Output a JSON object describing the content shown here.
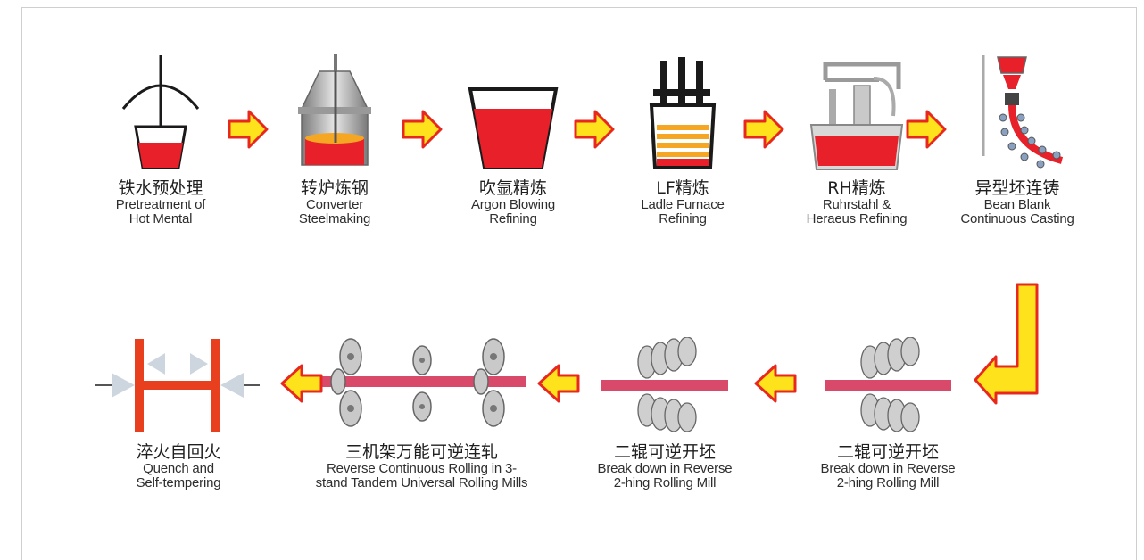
{
  "row1": [
    {
      "cn": "铁水预处理",
      "en1": "Pretreatment of",
      "en2": "Hot Mental"
    },
    {
      "cn": "转炉炼钢",
      "en1": "Converter",
      "en2": "Steelmaking"
    },
    {
      "cn": "吹氩精炼",
      "en1": "Argon Blowing",
      "en2": "Refining"
    },
    {
      "cn": "LF精炼",
      "en1": "Ladle Furnace",
      "en2": "Refining"
    },
    {
      "cn": "RH精炼",
      "en1": "Ruhrstahl &",
      "en2": "Heraeus Refining"
    },
    {
      "cn": "异型坯连铸",
      "en1": "Bean Blank",
      "en2": "Continuous Casting"
    }
  ],
  "row2": [
    {
      "cn": "淬火自回火",
      "en1": "Quench and",
      "en2": "Self-tempering"
    },
    {
      "cn": "三机架万能可逆连轧",
      "en1": "Reverse Continuous Rolling in 3-",
      "en2": "stand Tandem Universal Rolling Mills"
    },
    {
      "cn": "二辊可逆开坯",
      "en1": "Break down in Reverse",
      "en2": "2-hing Rolling Mill"
    },
    {
      "cn": "二辊可逆开坯",
      "en1": "Break down in Reverse",
      "en2": "2-hing Rolling Mill"
    }
  ],
  "colors": {
    "arrow_fill": "#fde21c",
    "arrow_stroke": "#e8281e",
    "molten": "#e8202a",
    "steel": "#8a8a8a",
    "bar": "#d94a6a"
  }
}
